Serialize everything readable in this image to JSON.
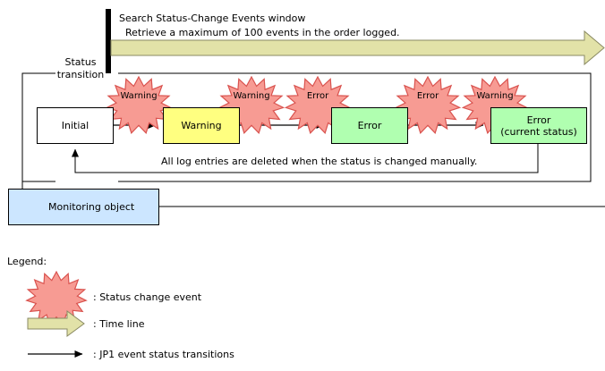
{
  "diagram": {
    "header": {
      "window_title": "Search Status-Change Events window",
      "window_desc": "Retrieve a maximum of 100 events in the order logged."
    },
    "section_label_line1": "Status",
    "section_label_line2": "transition",
    "states": [
      {
        "name": "initial-state",
        "label": "Initial",
        "sublabel": "",
        "fill": "#ffffff"
      },
      {
        "name": "warning-state",
        "label": "Warning",
        "sublabel": "",
        "fill": "#ffff80"
      },
      {
        "name": "error-state",
        "label": "Error",
        "sublabel": "",
        "fill": "#b0ffb0"
      },
      {
        "name": "error-current-state",
        "label": "Error",
        "sublabel": "(current status)",
        "fill": "#b0ffb0"
      }
    ],
    "events": [
      {
        "label": "Warning"
      },
      {
        "label": "Warning"
      },
      {
        "label": "Error"
      },
      {
        "label": "Error"
      },
      {
        "label": "Warning"
      }
    ],
    "loop_note": "All log entries are deleted when the status is changed manually.",
    "monitoring_object": "Monitoring object",
    "legend": {
      "title": "Legend:",
      "items": [
        {
          "icon": "starburst-icon",
          "text": ": Status change event"
        },
        {
          "icon": "block-arrow-icon",
          "text": ": Time line"
        },
        {
          "icon": "line-arrow-icon",
          "text": ": JP1 event status transitions"
        }
      ]
    },
    "colors": {
      "event_fill": "#f79b93",
      "event_stroke": "#d9534f",
      "timeline_fill": "#e2e2a8",
      "timeline_stroke": "#999966",
      "state_warning": "#ffff80",
      "state_error": "#b0ffb0",
      "monitor_fill": "#cce6ff",
      "line": "#000000"
    }
  }
}
